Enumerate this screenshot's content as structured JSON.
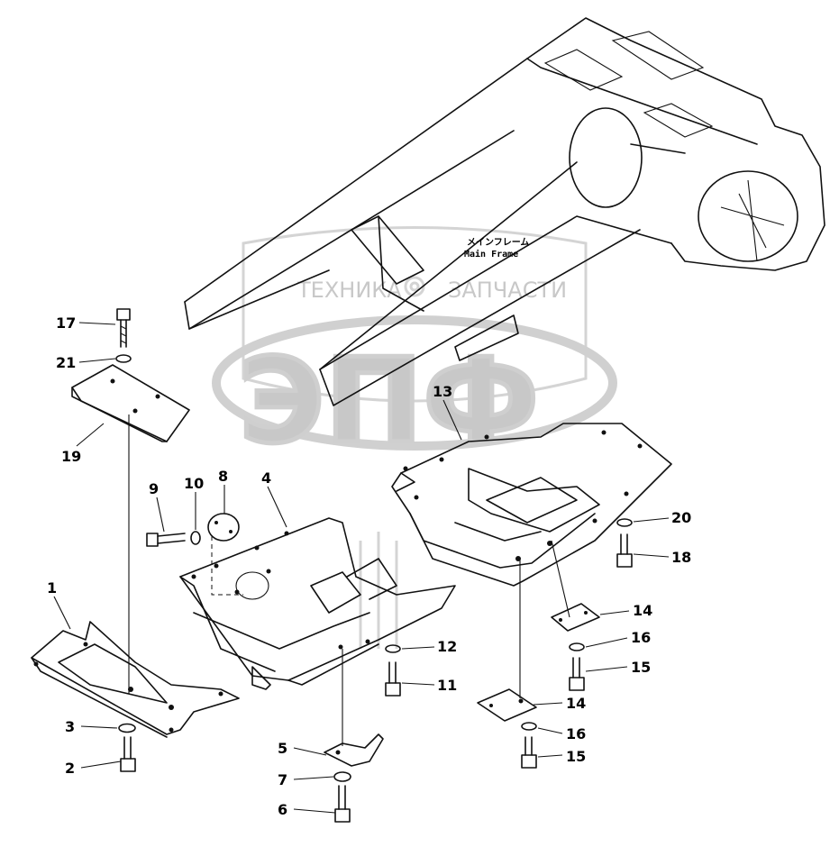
{
  "watermark": {
    "company": "ТЕХНИКА",
    "company2": "ЗАПЧАСТИ",
    "logo": "ЭПФ",
    "gear_icon": "gear-icon"
  },
  "frame_label": {
    "japanese": "メインフレーム",
    "english": "Main Frame"
  },
  "part_numbers": [
    "1",
    "2",
    "3",
    "4",
    "5",
    "6",
    "7",
    "8",
    "9",
    "10",
    "11",
    "12",
    "13",
    "14",
    "14",
    "15",
    "15",
    "16",
    "16",
    "17",
    "18",
    "19",
    "20",
    "21"
  ]
}
